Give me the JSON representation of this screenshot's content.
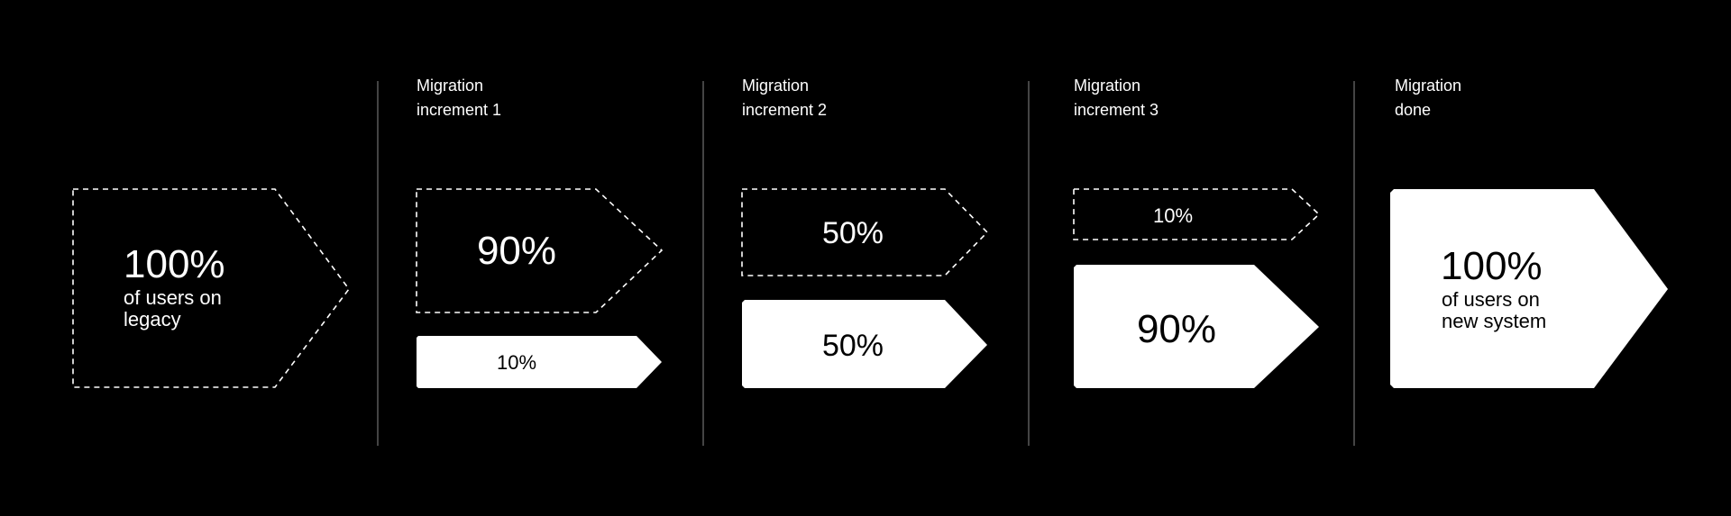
{
  "colors": {
    "background": "#000000",
    "foreground": "#ffffff",
    "divider": "#444444"
  },
  "start": {
    "percent": "100%",
    "desc_line1": "of users on",
    "desc_line2": "legacy"
  },
  "stages": [
    {
      "title_line1": "Migration",
      "title_line2": "increment 1",
      "legacy_percent": "90%",
      "new_percent": "10%"
    },
    {
      "title_line1": "Migration",
      "title_line2": "increment 2",
      "legacy_percent": "50%",
      "new_percent": "50%"
    },
    {
      "title_line1": "Migration",
      "title_line2": "increment 3",
      "legacy_percent": "10%",
      "new_percent": "90%"
    }
  ],
  "done": {
    "title_line1": "Migration",
    "title_line2": "done",
    "percent": "100%",
    "desc_line1": "of users on",
    "desc_line2": "new system"
  }
}
